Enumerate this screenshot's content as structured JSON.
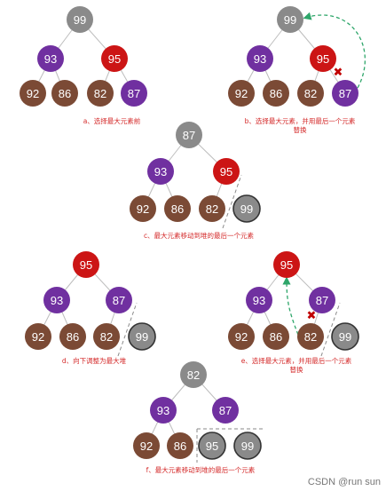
{
  "colors": {
    "gray": "#8a8a8a",
    "red": "#cc1515",
    "purple": "#7030a0",
    "brown": "#7b4a35",
    "edge": "#bdbdbd",
    "dashed": "#8a8a8a",
    "arrow": "#2ea66a",
    "caption": "#d42a2a",
    "cross": "#c00000"
  },
  "panels": [
    {
      "id": "a",
      "nodes": [
        {
          "value": "99",
          "color": "gray"
        },
        {
          "value": "93",
          "color": "purple"
        },
        {
          "value": "95",
          "color": "red"
        },
        {
          "value": "92",
          "color": "brown"
        },
        {
          "value": "86",
          "color": "brown"
        },
        {
          "value": "82",
          "color": "brown"
        },
        {
          "value": "87",
          "color": "purple"
        }
      ],
      "caption": [
        "a、选择最大元素前"
      ]
    },
    {
      "id": "b",
      "nodes": [
        {
          "value": "99",
          "color": "gray"
        },
        {
          "value": "93",
          "color": "purple"
        },
        {
          "value": "95",
          "color": "red"
        },
        {
          "value": "92",
          "color": "brown"
        },
        {
          "value": "86",
          "color": "brown"
        },
        {
          "value": "82",
          "color": "brown"
        },
        {
          "value": "87",
          "color": "purple"
        }
      ],
      "caption": [
        "b、选择最大元素，并用最后一个元素",
        "替换"
      ]
    },
    {
      "id": "c",
      "nodes": [
        {
          "value": "87",
          "color": "gray"
        },
        {
          "value": "93",
          "color": "purple"
        },
        {
          "value": "95",
          "color": "red"
        },
        {
          "value": "92",
          "color": "brown"
        },
        {
          "value": "86",
          "color": "brown"
        },
        {
          "value": "82",
          "color": "brown"
        },
        {
          "value": "99",
          "color": "gray",
          "outlined": true
        }
      ],
      "caption": [
        "c、最大元素移动到堆的最后一个元素"
      ]
    },
    {
      "id": "d",
      "nodes": [
        {
          "value": "95",
          "color": "red"
        },
        {
          "value": "93",
          "color": "purple"
        },
        {
          "value": "87",
          "color": "purple"
        },
        {
          "value": "92",
          "color": "brown"
        },
        {
          "value": "86",
          "color": "brown"
        },
        {
          "value": "82",
          "color": "brown"
        },
        {
          "value": "99",
          "color": "gray",
          "outlined": true
        }
      ],
      "caption": [
        "d、向下调整为最大堆"
      ]
    },
    {
      "id": "e",
      "nodes": [
        {
          "value": "95",
          "color": "red"
        },
        {
          "value": "93",
          "color": "purple"
        },
        {
          "value": "87",
          "color": "purple"
        },
        {
          "value": "92",
          "color": "brown"
        },
        {
          "value": "86",
          "color": "brown"
        },
        {
          "value": "82",
          "color": "brown"
        },
        {
          "value": "99",
          "color": "gray",
          "outlined": true
        }
      ],
      "caption": [
        "e、选择最大元素，并用最后一个元素",
        "替换"
      ]
    },
    {
      "id": "f",
      "nodes": [
        {
          "value": "82",
          "color": "gray"
        },
        {
          "value": "93",
          "color": "purple"
        },
        {
          "value": "87",
          "color": "purple"
        },
        {
          "value": "92",
          "color": "brown"
        },
        {
          "value": "86",
          "color": "brown"
        },
        {
          "value": "95",
          "color": "gray",
          "outlined": true
        },
        {
          "value": "99",
          "color": "gray",
          "outlined": true
        }
      ],
      "caption": [
        "f、最大元素移动到堆的最后一个元素"
      ]
    }
  ],
  "watermark": "CSDN @run sun"
}
